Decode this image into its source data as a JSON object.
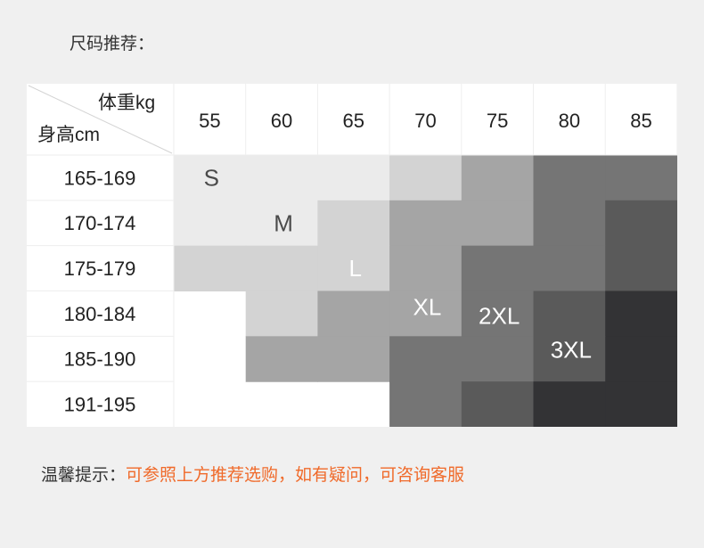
{
  "page": {
    "heading": "尺码推荐：",
    "note_label": "温馨提示：",
    "note_text": "可参照上方推荐选购，如有疑问，可咨询客服"
  },
  "chart_data": {
    "type": "table",
    "corner_top": "体重kg",
    "corner_bottom": "身高cm",
    "columns": [
      "55",
      "60",
      "65",
      "70",
      "75",
      "80",
      "85"
    ],
    "rows": [
      "165-169",
      "170-174",
      "175-179",
      "180-184",
      "185-190",
      "191-195"
    ],
    "sizes": [
      "S",
      "M",
      "L",
      "XL",
      "2XL",
      "3XL"
    ],
    "size_colors": {
      "S": "#ebebeb",
      "M": "#d3d3d3",
      "L": "#a5a5a5",
      "XL": "#757575",
      "2XL": "#5a5a5a",
      "3XL": "#333335"
    },
    "grid": [
      [
        "S",
        "S",
        "S",
        "M",
        "L",
        "XL",
        "XL"
      ],
      [
        "S",
        "S",
        "M",
        "L",
        "L",
        "XL",
        "2XL"
      ],
      [
        "M",
        "M",
        "M",
        "L",
        "XL",
        "XL",
        "2XL"
      ],
      [
        "",
        "M",
        "L",
        "L",
        "XL",
        "2XL",
        "3XL"
      ],
      [
        "",
        "L",
        "L",
        "XL",
        "XL",
        "2XL",
        "3XL"
      ],
      [
        "",
        "",
        "",
        "XL",
        "2XL",
        "3XL",
        "3XL"
      ]
    ],
    "label_cells": {
      "S": [
        0.5,
        1
      ],
      "M": [
        1.5,
        2
      ],
      "L": [
        2.5,
        3
      ],
      "XL": [
        3.35,
        4
      ],
      "2XL": [
        3.55,
        5
      ],
      "3XL": [
        4.3,
        6
      ]
    },
    "label_colors": {
      "S": "#4a4a4a",
      "M": "#4a4a4a",
      "L": "#ffffff",
      "XL": "#ffffff",
      "2XL": "#ffffff",
      "3XL": "#ffffff"
    }
  }
}
